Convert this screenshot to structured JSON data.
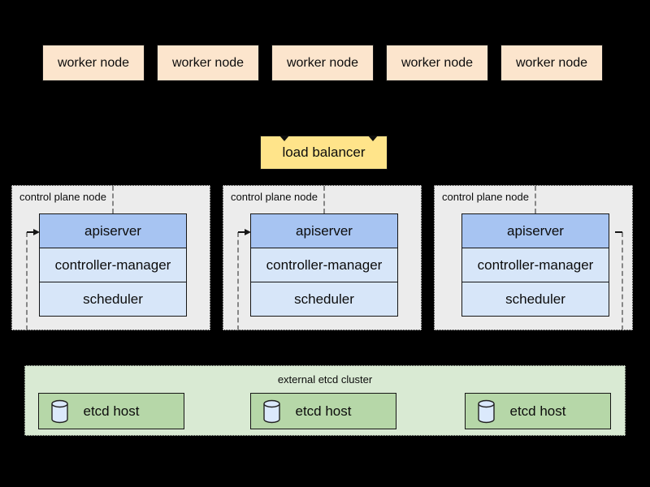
{
  "colors": {
    "background": "#000000",
    "worker_fill": "#fce5cd",
    "load_balancer_fill": "#ffe48a",
    "control_plane_fill": "#ececec",
    "apiserver_fill": "#a7c4f2",
    "component_fill": "#d7e6f9",
    "etcd_cluster_fill": "#d9ead3",
    "etcd_host_fill": "#b6d7a8",
    "cylinder_fill": "#dbe9fc",
    "connector_dash": "#878787",
    "border": "#161616"
  },
  "worker_nodes": [
    {
      "label": "worker node"
    },
    {
      "label": "worker node"
    },
    {
      "label": "worker node"
    },
    {
      "label": "worker node"
    },
    {
      "label": "worker node"
    }
  ],
  "load_balancer": {
    "label": "load balancer"
  },
  "control_plane_nodes": [
    {
      "title": "control plane node",
      "components": [
        "apiserver",
        "controller-manager",
        "scheduler"
      ],
      "etcd_link_side": "left"
    },
    {
      "title": "control plane node",
      "components": [
        "apiserver",
        "controller-manager",
        "scheduler"
      ],
      "etcd_link_side": "left"
    },
    {
      "title": "control plane node",
      "components": [
        "apiserver",
        "controller-manager",
        "scheduler"
      ],
      "etcd_link_side": "right"
    }
  ],
  "etcd_cluster": {
    "title": "external etcd cluster",
    "hosts": [
      {
        "label": "etcd host",
        "icon": "database-cylinder-icon"
      },
      {
        "label": "etcd host",
        "icon": "database-cylinder-icon"
      },
      {
        "label": "etcd host",
        "icon": "database-cylinder-icon"
      }
    ]
  }
}
